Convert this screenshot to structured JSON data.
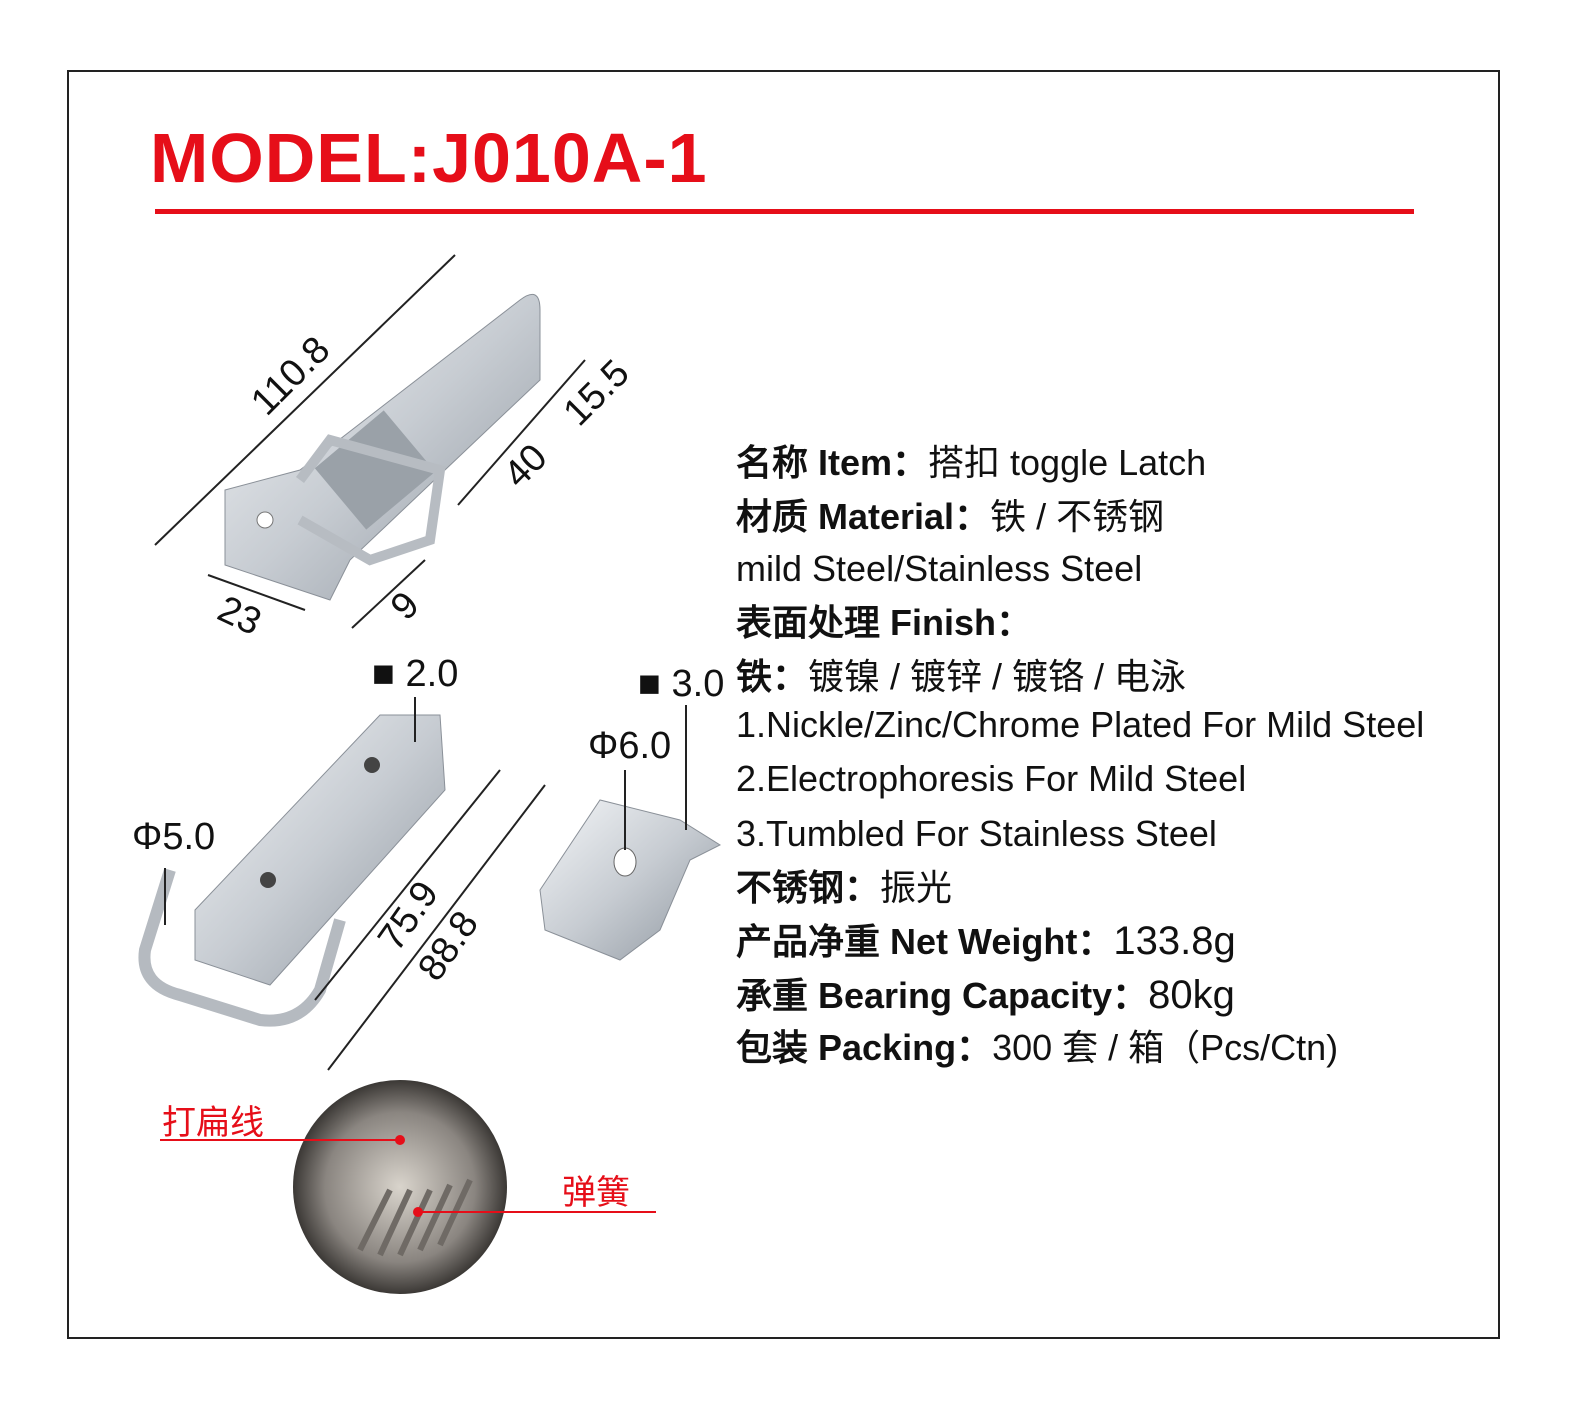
{
  "title": "MODEL:J010A-1",
  "dimensions": {
    "length_total": "110.8",
    "width": "40",
    "width_small": "15.5",
    "base": "23",
    "offset": "9",
    "thickness_latch": "■ 2.0",
    "thickness_hook": "■ 3.0",
    "hole_hook": "Φ6.0",
    "hole_latch": "Φ5.0",
    "length_a": "75.9",
    "length_b": "88.8"
  },
  "callouts": {
    "flat_line": "打扁线",
    "spring": "弹簧"
  },
  "specs": {
    "item_label": "名称 Item：",
    "item_value": "搭扣 toggle Latch",
    "material_label": "材质 Material：",
    "material_value": "铁 / 不锈钢",
    "material_en": "mild Steel/Stainless Steel",
    "finish_label": "表面处理 Finish：",
    "iron_label": "铁：",
    "iron_value": "镀镍 / 镀锌 / 镀铬 / 电泳",
    "finish_1": "1.Nickle/Zinc/Chrome Plated For Mild Steel",
    "finish_2": "2.Electrophoresis For Mild Steel",
    "finish_3": "3.Tumbled For Stainless Steel",
    "ss_label": "不锈钢：",
    "ss_value": "振光",
    "weight_label": "产品净重 Net Weight：",
    "weight_value": "133.8g",
    "capacity_label": "承重 Bearing Capacity：",
    "capacity_value": "80kg",
    "packing_label": "包装 Packing：",
    "packing_value": "300 套 / 箱（Pcs/Ctn)"
  },
  "colors": {
    "accent": "#e60e19"
  }
}
